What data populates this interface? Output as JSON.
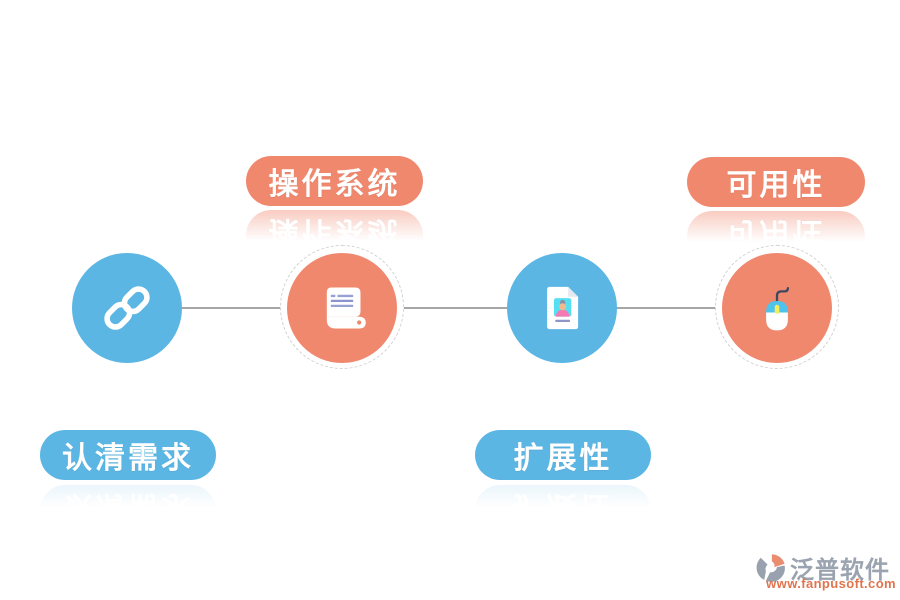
{
  "diagram": {
    "top_labels": {
      "left": "操作系统",
      "right": "可用性"
    },
    "bottom_labels": {
      "left": "认清需求",
      "middle": "扩展性"
    },
    "nodes": [
      {
        "id": 1,
        "icon": "chain-link",
        "color": "#5CB6E4"
      },
      {
        "id": 2,
        "icon": "scroll-document",
        "color": "#F0886E"
      },
      {
        "id": 3,
        "icon": "id-photo-document",
        "color": "#5CB6E4"
      },
      {
        "id": 4,
        "icon": "computer-mouse",
        "color": "#F0886E"
      }
    ]
  },
  "footer": {
    "brand": "泛普软件",
    "website": "www.fanpusoft.com"
  },
  "colors": {
    "salmon": "#F0886E",
    "blue": "#5CB6E4",
    "connector_line": "#A6A6A6",
    "dashed_ring": "#D2D2D2",
    "background": "#FFFFFF",
    "scroll_text_lines": "#98A1D4",
    "photo_cyan": "#55DFF0",
    "shirt_pink": "#F47AB4",
    "mouse_top_blue": "#4EC4EC",
    "mouse_wheel_yellow": "#F6EC5E",
    "cable_dark": "#3D4A5E",
    "logo_gray": "#98A1AD",
    "logo_url_orange": "#E0744E"
  }
}
